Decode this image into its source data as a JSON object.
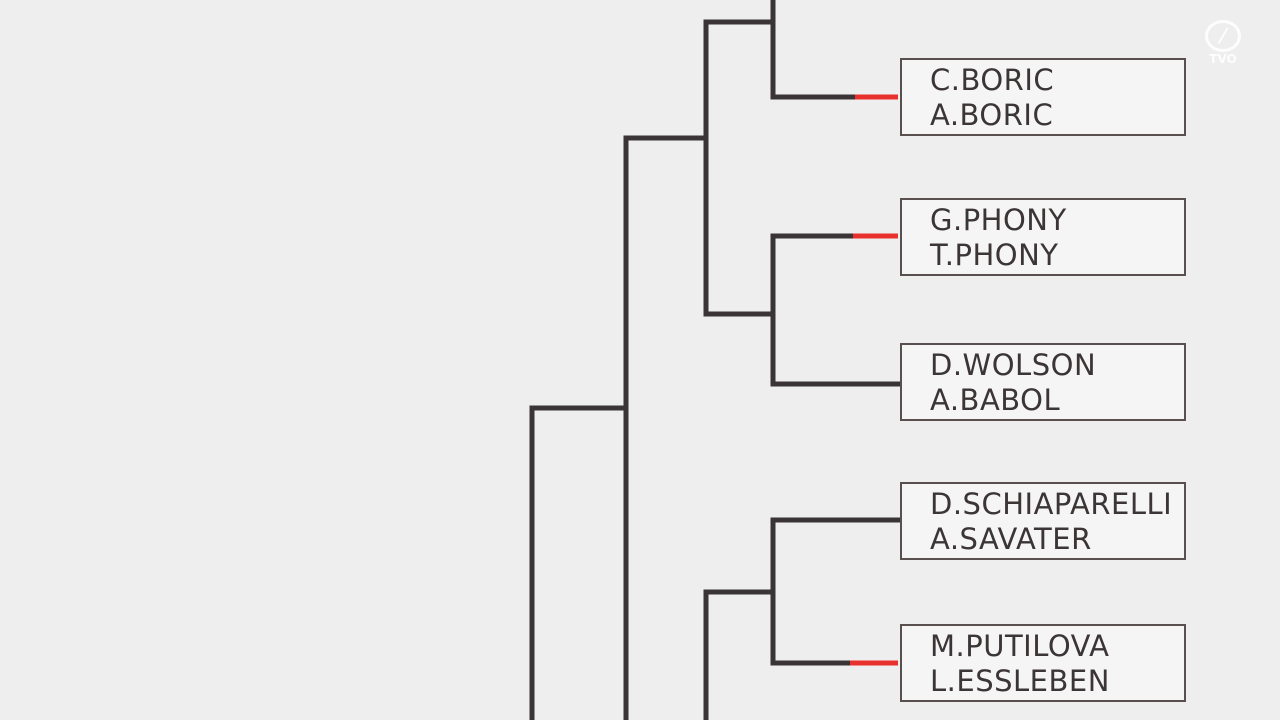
{
  "watermark": "TVO",
  "colors": {
    "line": "#3a3436",
    "winner": "#e8302c",
    "box_border": "#5a4f4f"
  },
  "matches": [
    {
      "team": [
        "C.BORIC",
        "A.BORIC"
      ],
      "winner_highlight": true
    },
    {
      "team": [
        "G.PHONY",
        "T.PHONY"
      ],
      "winner_highlight": true
    },
    {
      "team": [
        "D.WOLSON",
        "A.BABOL"
      ],
      "winner_highlight": false
    },
    {
      "team": [
        "D.SCHIAPARELLI",
        "A.SAVATER"
      ],
      "winner_highlight": false
    },
    {
      "team": [
        "M.PUTILOVA",
        "L.ESSLEBEN"
      ],
      "winner_highlight": true
    }
  ]
}
